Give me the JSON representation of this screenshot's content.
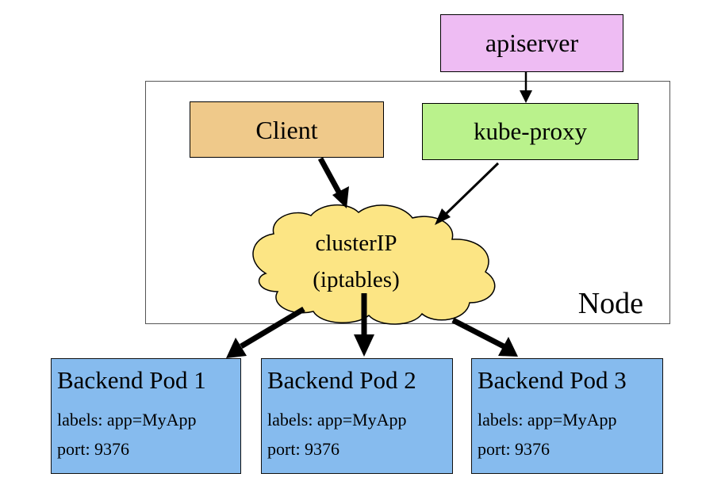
{
  "apiserver": {
    "label": "apiserver"
  },
  "client": {
    "label": "Client"
  },
  "kube_proxy": {
    "label": "kube-proxy"
  },
  "cluster_ip": {
    "line1": "clusterIP",
    "line2": "(iptables)"
  },
  "node": {
    "label": "Node"
  },
  "pods": [
    {
      "title": "Backend Pod 1",
      "labels": "labels: app=MyApp",
      "port": "port: 9376"
    },
    {
      "title": "Backend Pod 2",
      "labels": "labels: app=MyApp",
      "port": "port: 9376"
    },
    {
      "title": "Backend Pod 3",
      "labels": "labels: app=MyApp",
      "port": "port: 9376"
    }
  ],
  "colors": {
    "apiserver": "#eebcf3",
    "client": "#efc98a",
    "kube_proxy": "#baf28c",
    "cloud": "#fce584",
    "pod": "#86bbee"
  }
}
